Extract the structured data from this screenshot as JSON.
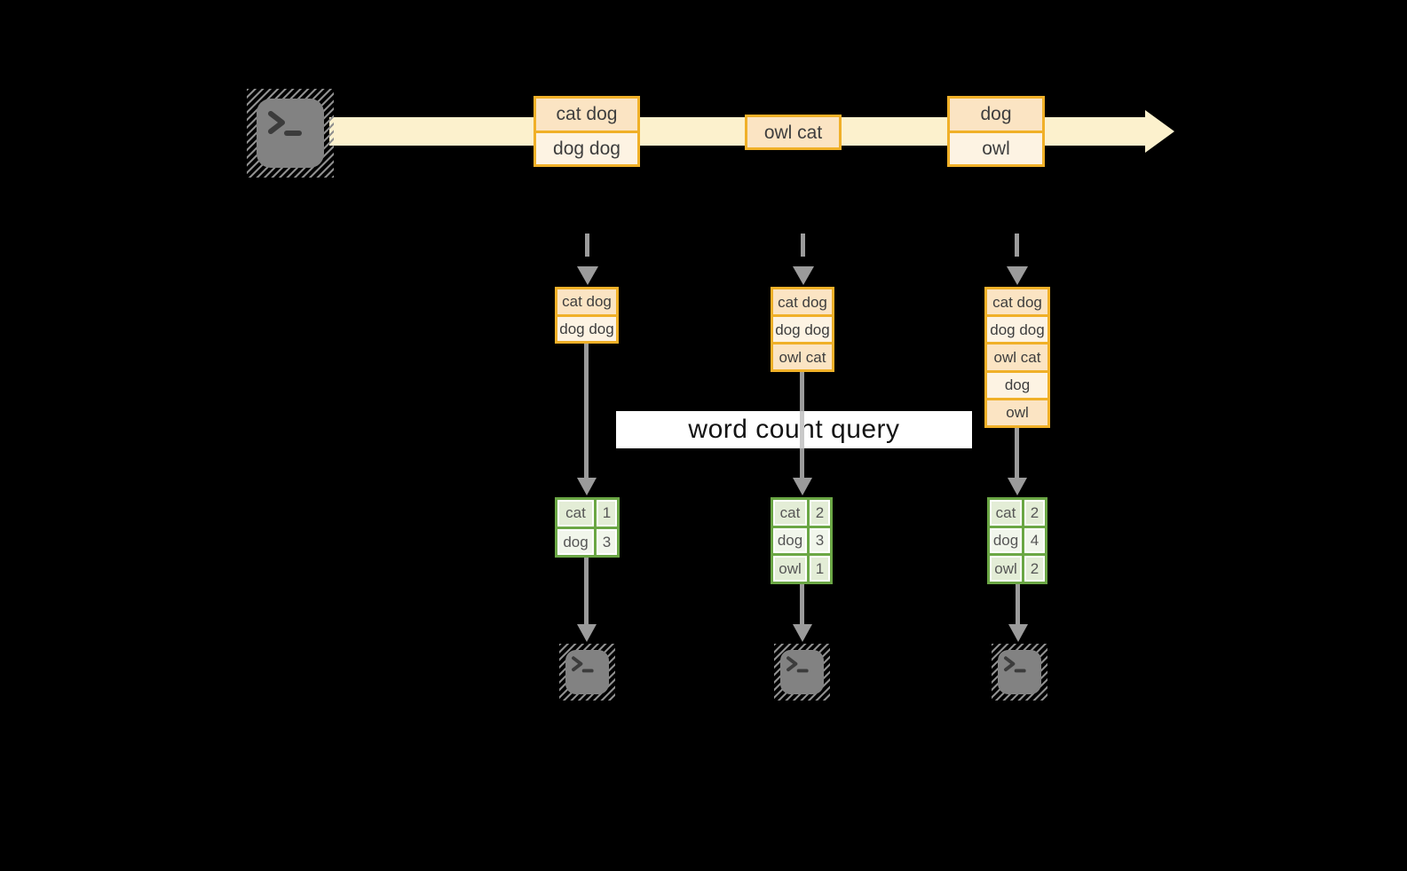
{
  "banner": {
    "label": "word count query"
  },
  "timeline": {
    "batches": [
      {
        "rows": [
          "cat dog",
          "dog dog"
        ]
      },
      {
        "rows": [
          "owl cat"
        ]
      },
      {
        "rows": [
          "dog",
          "owl"
        ]
      }
    ]
  },
  "columns": [
    {
      "stack": [
        "cat dog",
        "dog dog"
      ],
      "table": [
        {
          "word": "cat",
          "count": "1"
        },
        {
          "word": "dog",
          "count": "3"
        }
      ]
    },
    {
      "stack": [
        "cat dog",
        "dog dog",
        "owl cat"
      ],
      "table": [
        {
          "word": "cat",
          "count": "2"
        },
        {
          "word": "dog",
          "count": "3"
        },
        {
          "word": "owl",
          "count": "1"
        }
      ]
    },
    {
      "stack": [
        "cat dog",
        "dog dog",
        "owl cat",
        "dog",
        "owl"
      ],
      "table": [
        {
          "word": "cat",
          "count": "2"
        },
        {
          "word": "dog",
          "count": "4"
        },
        {
          "word": "owl",
          "count": "2"
        }
      ]
    }
  ],
  "icons": {
    "source": "terminal-icon",
    "sinks": [
      "terminal-icon",
      "terminal-icon",
      "terminal-icon"
    ]
  },
  "colors": {
    "background": "#000000",
    "stream_band": "#FCF1CD",
    "box_border": "#F0B028",
    "box_fill_peach": "#FBE4C3",
    "box_fill_cream": "#FDF3E3",
    "table_border": "#6BA745",
    "table_fill_dark": "#E3EDD6",
    "table_fill_light": "#F1F6EB",
    "arrow_gray": "#9B9B9B",
    "banner_background": "#FFFFFF"
  }
}
